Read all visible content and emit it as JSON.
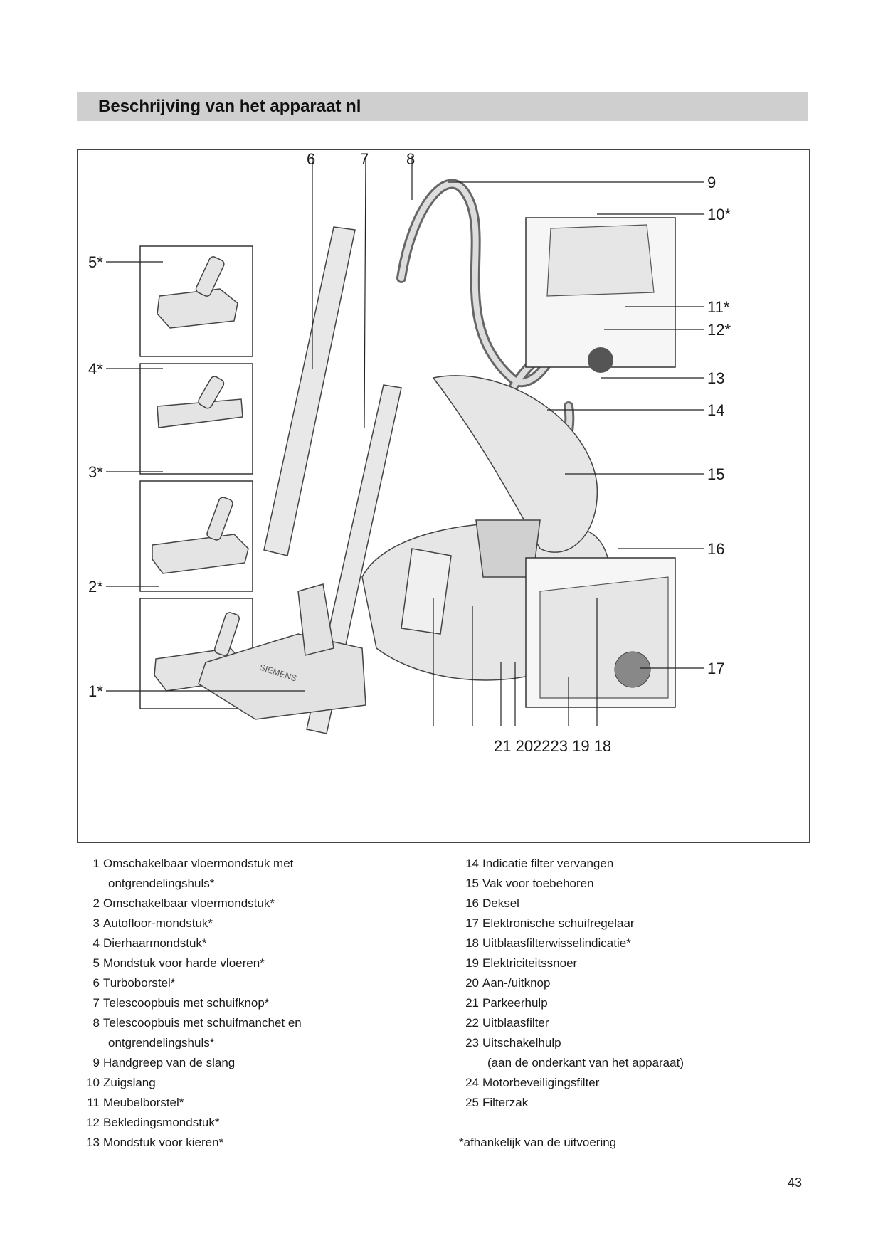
{
  "header": {
    "title": "Beschrijving van het apparaat nl"
  },
  "figure": {
    "callouts": {
      "c1": "1*",
      "c2": "2*",
      "c3": "3*",
      "c4": "4*",
      "c5": "5*",
      "c6": "6",
      "c7": "7",
      "c8": "8",
      "c9": "9",
      "c10": "10*",
      "c11": "11*",
      "c12": "12*",
      "c13": "13",
      "c14": "14",
      "c15": "15",
      "c16": "16",
      "c17": "17",
      "bottom": "21 202223 19 18"
    },
    "brand": "SIEMENS",
    "icons": [
      "nozzle-icon",
      "telescopic-tube-icon",
      "hose-icon",
      "vacuum-body-icon",
      "filter-bag-icon",
      "power-cord-icon"
    ]
  },
  "legend": {
    "left": [
      {
        "num": "1",
        "text": "Omschakelbaar vloermondstuk met",
        "cont": "ontgrendelingshuls*"
      },
      {
        "num": "2",
        "text": "Omschakelbaar vloermondstuk*"
      },
      {
        "num": "3",
        "text": "Autofloor-mondstuk*"
      },
      {
        "num": "4",
        "text": "Dierhaarmondstuk*"
      },
      {
        "num": "5",
        "text": "Mondstuk voor harde vloeren*"
      },
      {
        "num": "6",
        "text": "Turboborstel*"
      },
      {
        "num": "7",
        "text": "Telescoopbuis met schuifknop*"
      },
      {
        "num": "8",
        "text": "Telescoopbuis met schuifmanchet en",
        "cont": "ontgrendelingshuls*"
      },
      {
        "num": "9",
        "text": "Handgreep van de slang"
      },
      {
        "num": "10",
        "text": "Zuigslang"
      },
      {
        "num": "11",
        "text": "Meubelborstel*"
      },
      {
        "num": "12",
        "text": "Bekledingsmondstuk*"
      },
      {
        "num": "13",
        "text": "Mondstuk voor kieren*"
      }
    ],
    "right": [
      {
        "num": "14",
        "text": "Indicatie filter vervangen"
      },
      {
        "num": "15",
        "text": "Vak voor toebehoren"
      },
      {
        "num": "16",
        "text": "Deksel"
      },
      {
        "num": "17",
        "text": "Elektronische schuifregelaar"
      },
      {
        "num": "18",
        "text": "Uitblaasfilterwisselindicatie*"
      },
      {
        "num": "19",
        "text": "Elektriciteitssnoer"
      },
      {
        "num": "20",
        "text": "Aan-/uitknop"
      },
      {
        "num": "21",
        "text": "Parkeerhulp"
      },
      {
        "num": "22",
        "text": "Uitblaasfilter"
      },
      {
        "num": "23",
        "text": "Uitschakelhulp",
        "cont": "(aan de onderkant van het apparaat)"
      },
      {
        "num": "24",
        "text": "Motorbeveiligingsfilter"
      },
      {
        "num": "25",
        "text": "Filterzak"
      }
    ],
    "footnote": "*afhankelijk van de uitvoering"
  },
  "page_number": "43"
}
